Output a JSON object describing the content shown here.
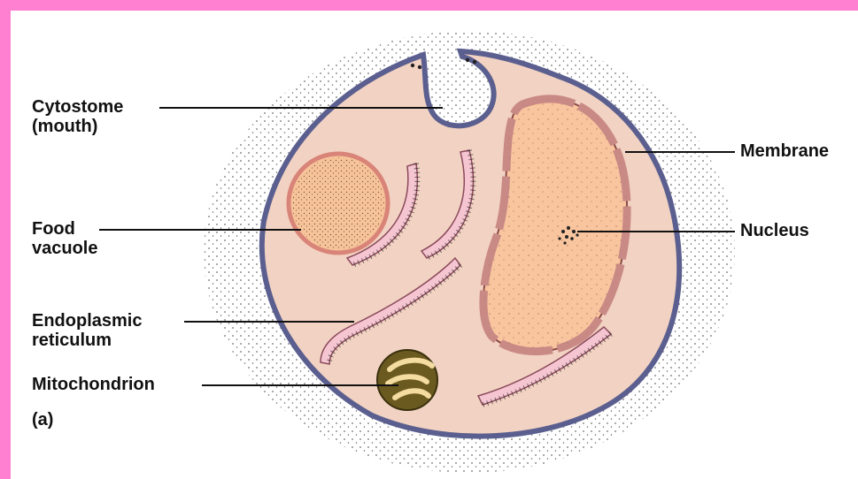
{
  "colors": {
    "frame": "#ff7fd0",
    "cytoplasm": "#f2d2c2",
    "membrane": "#5b5f8f",
    "nucleus_fill": "#f9c59e",
    "nuclear_envelope": "#c98a86",
    "er_fill": "#f5c6d2",
    "vacuole_fill": "#f7c49a",
    "mitochondrion": "#6b5a1f",
    "cristae": "#f4dba0"
  },
  "labels": {
    "cytostome": "Cytostome\n(mouth)",
    "food_vacuole": "Food\nvacuole",
    "endoplasmic_reticulum": "Endoplasmic\nreticulum",
    "mitochondrion": "Mitochondrion",
    "panel": "(a)",
    "membrane": "Membrane",
    "nucleus": "Nucleus"
  }
}
